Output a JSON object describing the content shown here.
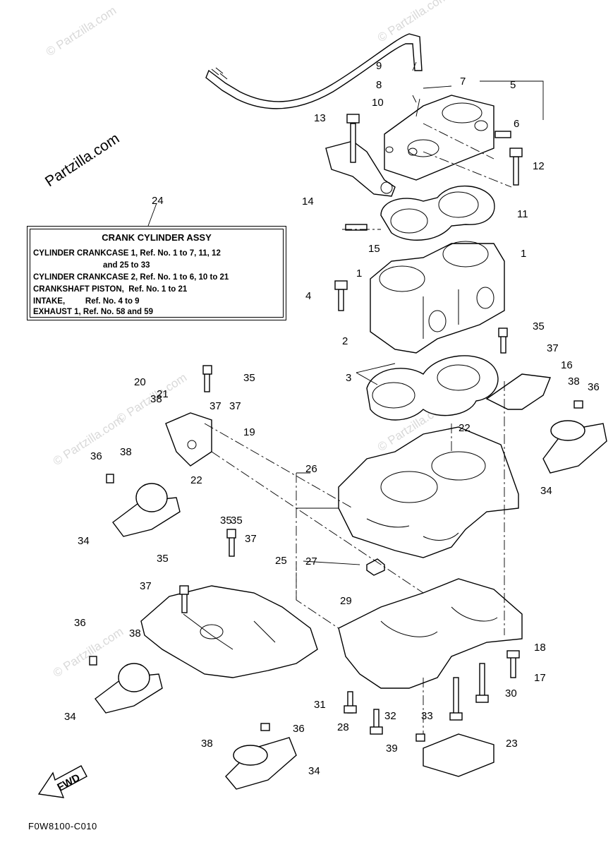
{
  "footer_code": "F0W8100-C010",
  "watermark": "© Partzilla.com",
  "logo_text": "Partzilla.com",
  "assy_box": {
    "callout": "24",
    "title": "CRANK CYLINDER ASSY",
    "lines": [
      "CYLINDER CRANKCASE 1, Ref. No. 1 to 7, 11, 12",
      "                               and 25 to 33",
      "CYLINDER CRANKCASE 2, Ref. No. 1 to 6, 10 to 21",
      "CRANKSHAFT PISTON,  Ref. No. 1 to 21",
      "INTAKE,         Ref. No. 4 to 9",
      "EXHAUST 1, Ref. No. 58 and 59"
    ]
  },
  "fwd_label": "FWD",
  "callouts": [
    "1",
    "1",
    "2",
    "3",
    "4",
    "5",
    "6",
    "7",
    "8",
    "9",
    "10",
    "11",
    "12",
    "13",
    "14",
    "15",
    "16",
    "17",
    "18",
    "19",
    "20",
    "21",
    "22",
    "22",
    "23",
    "25",
    "26",
    "27",
    "28",
    "29",
    "30",
    "31",
    "32",
    "33",
    "34",
    "34",
    "34",
    "34",
    "35",
    "35",
    "35",
    "35",
    "35",
    "36",
    "36",
    "36",
    "36",
    "37",
    "37",
    "37",
    "37",
    "37",
    "38",
    "38",
    "38",
    "38",
    "38",
    "39"
  ]
}
